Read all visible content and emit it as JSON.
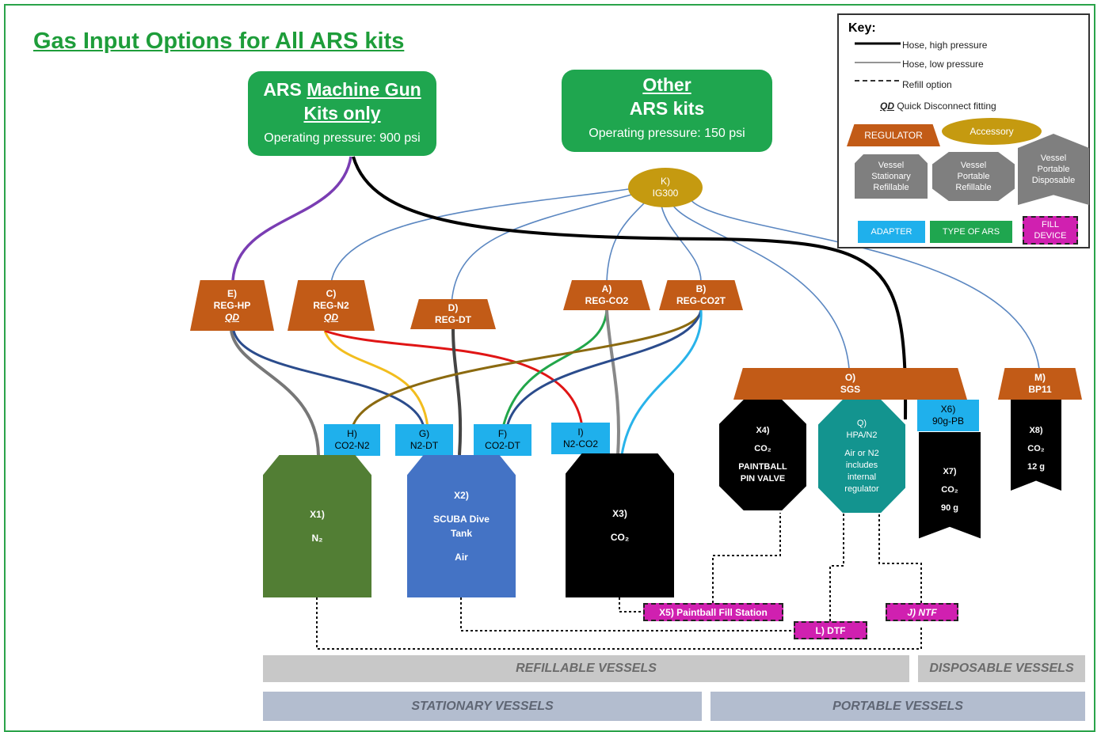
{
  "title": "Gas Input Options for All ARS kits",
  "machine_gun": {
    "l1": "ARS ",
    "l1u": "Machine Gun",
    "l2": "Kits only",
    "op": "Operating pressure: 900 psi"
  },
  "other": {
    "l1": "Other",
    "l2": "ARS kits",
    "op": "Operating pressure: 150 psi"
  },
  "ig300": {
    "id": "K)",
    "name": "IG300"
  },
  "regs": {
    "e": {
      "id": "E)",
      "name": "REG-HP",
      "qd": "QD"
    },
    "c": {
      "id": "C)",
      "name": "REG-N2",
      "qd": "QD"
    },
    "d": {
      "id": "D)",
      "name": "REG-DT"
    },
    "a": {
      "id": "A)",
      "name": "REG-CO2"
    },
    "b": {
      "id": "B)",
      "name": "REG-CO2T"
    },
    "o": {
      "id": "O)",
      "name": "SGS"
    },
    "m": {
      "id": "M)",
      "name": "BP11"
    }
  },
  "adapters": {
    "h": {
      "id": "H)",
      "name": "CO2-N2"
    },
    "g": {
      "id": "G)",
      "name": "N2-DT"
    },
    "f": {
      "id": "F)",
      "name": "CO2-DT"
    },
    "i": {
      "id": "I)",
      "name": "N2-CO2"
    },
    "x6": {
      "id": "X6)",
      "name": "90g-PB"
    }
  },
  "vessels": {
    "x1": {
      "id": "X1)",
      "gas": "N₂"
    },
    "x2": {
      "id": "X2)",
      "l1": "SCUBA Dive",
      "l2": "Tank",
      "gas": "Air"
    },
    "x3": {
      "id": "X3)",
      "gas": "CO₂"
    },
    "x4": {
      "id": "X4)",
      "gas": "CO₂",
      "l1": "PAINTBALL",
      "l2": "PIN VALVE"
    },
    "q": {
      "id": "Q)",
      "name": "HPA/N2",
      "l1": "Air or N2",
      "l2": "includes",
      "l3": "internal",
      "l4": "regulator"
    },
    "x7": {
      "id": "X7)",
      "gas": "CO₂",
      "amt": "90 g"
    },
    "x8": {
      "id": "X8)",
      "gas": "CO₂",
      "amt": "12 g"
    }
  },
  "fill": {
    "x5": "X5) Paintball Fill Station",
    "l": "L) DTF",
    "j": "J) NTF"
  },
  "bands": {
    "refill": "REFILLABLE VESSELS",
    "disp": "DISPOSABLE VESSELS",
    "stat": "STATIONARY VESSELS",
    "port": "PORTABLE VESSELS"
  },
  "key": {
    "title": "Key:",
    "hp": "Hose, high pressure",
    "lp": "Hose, low pressure",
    "refill": "Refill option",
    "qd": "QD",
    "qd_text": "Quick Disconnect fitting",
    "regulator": "REGULATOR",
    "accessory": "Accessory",
    "v1": [
      "Vessel",
      "Stationary",
      "Refillable"
    ],
    "v2": [
      "Vessel",
      "Portable",
      "Refillable"
    ],
    "v3": [
      "Vessel",
      "Portable",
      "Disposable"
    ],
    "adapter": "ADAPTER",
    "type": "TYPE OF ARS",
    "fill1": "FILL",
    "fill2": "DEVICE"
  },
  "colors": {
    "green": "#1fa64f",
    "orange": "#c25b17",
    "blue": "#1fb0ec",
    "magenta": "#d020b0",
    "gold": "#c59a10",
    "teal": "#13948f",
    "gray": "#6f6f6f"
  }
}
